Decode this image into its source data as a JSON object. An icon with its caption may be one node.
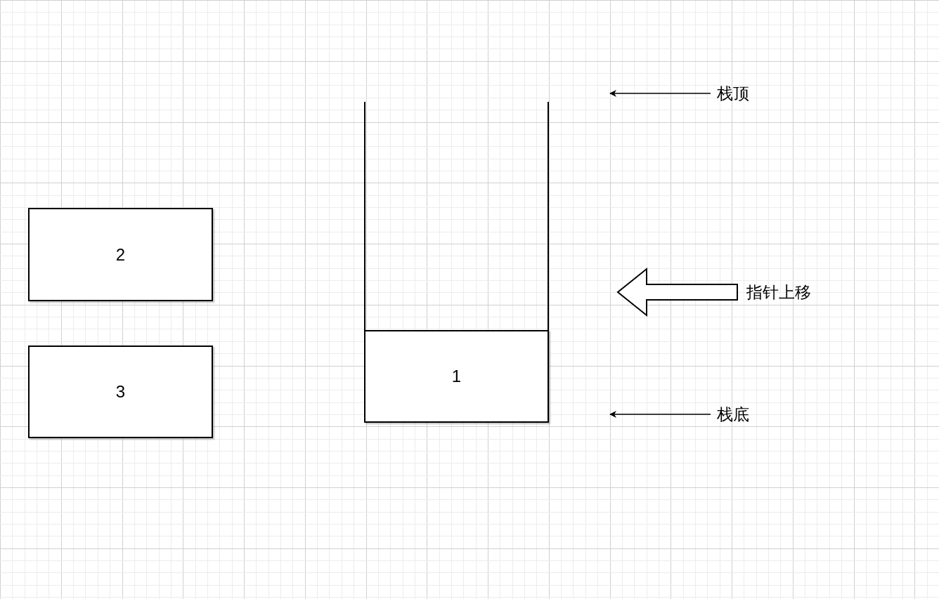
{
  "diagram": {
    "nodes": [
      {
        "text": [
          "栈顶"
        ]
      },
      {
        "text": [
          "指针上移"
        ]
      },
      {
        "text": [
          "栈底"
        ]
      },
      {
        "text": [
          "1"
        ]
      },
      {
        "text": [
          "2"
        ]
      },
      {
        "text": [
          "3"
        ]
      }
    ],
    "edges": [
      {
        "from": 0,
        "to": null,
        "arrow": "to"
      },
      {
        "from": 1,
        "to": null,
        "arrow": "to",
        "style": "thick"
      },
      {
        "from": 2,
        "to": null,
        "arrow": "to"
      }
    ]
  }
}
